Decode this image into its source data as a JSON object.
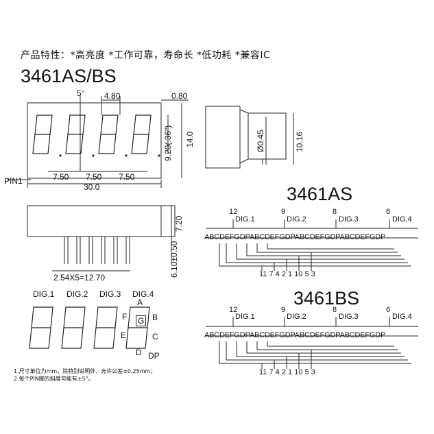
{
  "header": {
    "features": "产品特性：*高亮度 *工作可靠，寿命长 *低功耗 *兼容IC"
  },
  "model_title": "3461AS/BS",
  "front_view": {
    "dim_5deg": "5°",
    "dim_480": "4.80",
    "dim_080": "0.80",
    "dim_920": "9.20(.36\")",
    "dim_140": "14.0",
    "pitch": [
      "7.50",
      "7.50",
      "7.50"
    ],
    "total_width": "30.0",
    "pin1": "PIN1"
  },
  "side_view": {
    "dim_045": "Ø0.45",
    "dim_1016": "10.16"
  },
  "bottom_view": {
    "dim_720": "7.20",
    "dim_610": "6.10±0.50",
    "pin_pitch": "2.54X5=12.70"
  },
  "digits_view": {
    "dig_labels": [
      "DIG.1",
      "DIG.2",
      "DIG.3",
      "DIG.4"
    ],
    "seg_labels": {
      "a": "A",
      "b": "B",
      "c": "C",
      "d": "D",
      "e": "E",
      "f": "F",
      "g": "G",
      "dp": "DP"
    }
  },
  "schematic_as": {
    "title": "3461AS",
    "dig_pins": [
      "12",
      "9",
      "8",
      "6"
    ],
    "dig_labels": [
      "DIG.1",
      "DIG.2",
      "DIG.3",
      "DIG.4"
    ],
    "seg_row": "ABCDEFGDPABCDEFGDPABCDEFGDPABCDEFGDP",
    "bottom_pins": "11 7 4 2 1 10 5 3"
  },
  "schematic_bs": {
    "title": "3461BS",
    "dig_pins": [
      "12",
      "9",
      "8",
      "6"
    ],
    "dig_labels": [
      "DIG.1",
      "DIG.2",
      "DIG.3",
      "DIG.4"
    ],
    "seg_row": "ABCDEFGDPABCDEFGDPABCDEFGDPABCDEFGDP",
    "bottom_pins": "11 7 4 2 1 10 5 3"
  },
  "notes": [
    "1.尺寸单位为mm，除特别说明外，允许公差±0.25mm；",
    "2.每个PIN脚的斜度可能有±5°。"
  ]
}
